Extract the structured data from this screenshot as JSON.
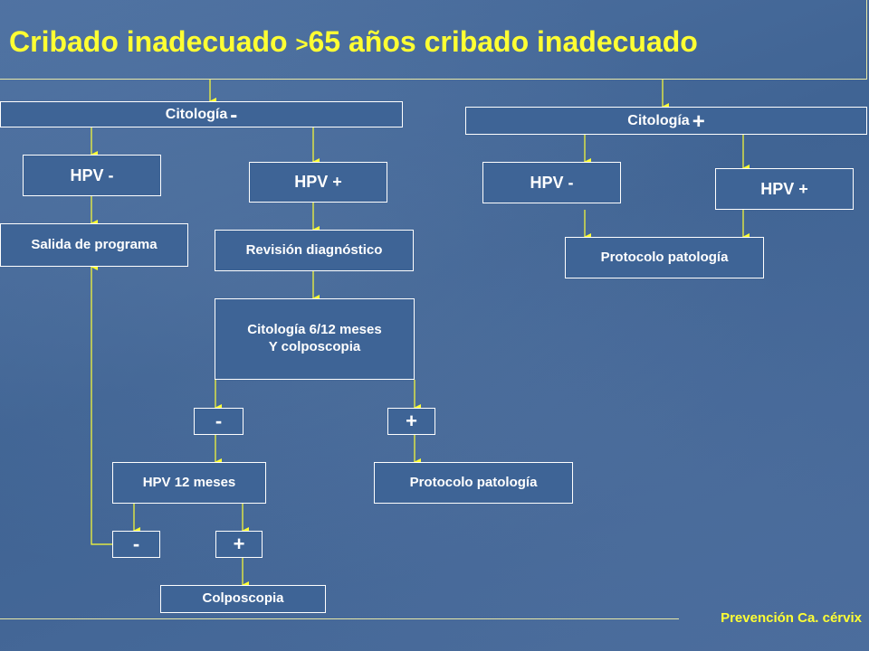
{
  "title": {
    "text": "Cribado inadecuado ",
    "gt": ">",
    "rest": "65 años cribado inadecuado"
  },
  "nodes": {
    "cito_neg": {
      "label": "Citología ",
      "sign": "-"
    },
    "cito_pos": {
      "label": "Citología ",
      "sign": "+"
    },
    "hpv_neg_left": "HPV -",
    "hpv_pos_left": "HPV +",
    "hpv_neg_right": "HPV -",
    "hpv_pos_right": "HPV +",
    "salida": "Salida de programa",
    "revision": "Revisión diagnóstico",
    "cito_6_12": {
      "line1": "Citología 6/12 meses",
      "line2": "Y colposcopia"
    },
    "minus_mid": "-",
    "plus_mid": "+",
    "hpv_12": "HPV 12 meses",
    "protocolo_mid": "Protocolo patología",
    "protocolo_right": "Protocolo patología",
    "minus_low": "-",
    "plus_low": "+",
    "colposcopia": "Colposcopia"
  },
  "footer": "Prevención Ca. cérvix",
  "colors": {
    "title": "#ffff33",
    "arrow": "#ffff33",
    "box_border": "#ffffff",
    "box_fill": "#3e6496"
  }
}
